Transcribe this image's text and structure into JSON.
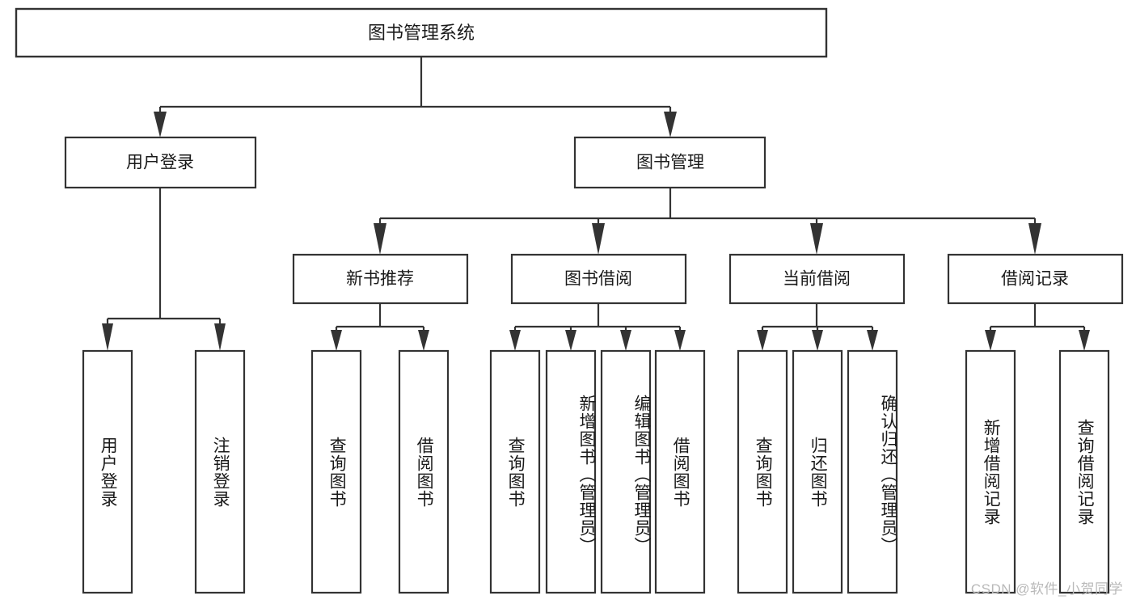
{
  "diagram": {
    "title": "图书管理系统",
    "type": "hierarchy-tree",
    "watermark": "CSDN @软件_小贺同学",
    "root": {
      "id": "root",
      "label": "图书管理系统"
    },
    "level2": [
      {
        "id": "user-login",
        "label": "用户登录"
      },
      {
        "id": "book-manage",
        "label": "图书管理"
      }
    ],
    "level3": [
      {
        "id": "new-book-recommend",
        "label": "新书推荐",
        "parent": "book-manage"
      },
      {
        "id": "book-borrow",
        "label": "图书借阅",
        "parent": "book-manage"
      },
      {
        "id": "current-borrow",
        "label": "当前借阅",
        "parent": "book-manage"
      },
      {
        "id": "borrow-record",
        "label": "借阅记录",
        "parent": "book-manage"
      }
    ],
    "leaves": [
      {
        "id": "leaf-user-login",
        "label": "用户登录",
        "parent": "user-login"
      },
      {
        "id": "leaf-user-logout",
        "label": "注销登录",
        "parent": "user-login"
      },
      {
        "id": "leaf-query-book-1",
        "label": "查询图书",
        "parent": "new-book-recommend"
      },
      {
        "id": "leaf-borrow-book-1",
        "label": "借阅图书",
        "parent": "new-book-recommend"
      },
      {
        "id": "leaf-query-book-2",
        "label": "查询图书",
        "parent": "book-borrow"
      },
      {
        "id": "leaf-add-book",
        "label": "新增图书（管理员）",
        "parent": "book-borrow"
      },
      {
        "id": "leaf-edit-book",
        "label": "编辑图书（管理员）",
        "parent": "book-borrow"
      },
      {
        "id": "leaf-borrow-book-2",
        "label": "借阅图书",
        "parent": "book-borrow"
      },
      {
        "id": "leaf-query-book-3",
        "label": "查询图书",
        "parent": "current-borrow"
      },
      {
        "id": "leaf-return-book",
        "label": "归还图书",
        "parent": "current-borrow"
      },
      {
        "id": "leaf-confirm-return",
        "label": "确认归还（管理员）",
        "parent": "current-borrow"
      },
      {
        "id": "leaf-add-record",
        "label": "新增借阅记录",
        "parent": "borrow-record"
      },
      {
        "id": "leaf-query-record",
        "label": "查询借阅记录",
        "parent": "borrow-record"
      }
    ],
    "colors": {
      "stroke": "#333333",
      "fill": "#ffffff",
      "text": "#1a1a1a",
      "watermark": "#b9b9b9"
    }
  }
}
